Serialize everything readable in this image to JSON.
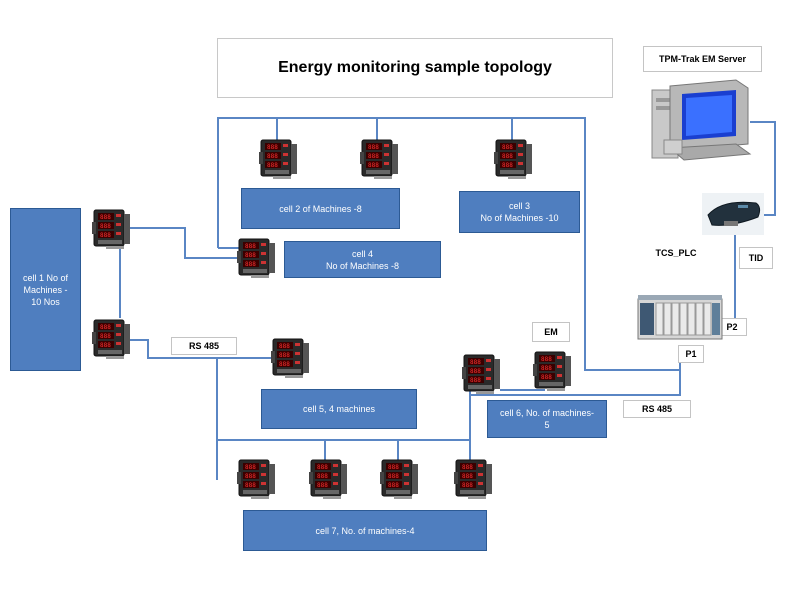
{
  "title": "Energy monitoring sample  topology",
  "labels": {
    "server": "TPM-Trak EM Server",
    "plc": "TCS_PLC",
    "tid": "TID",
    "p1": "P1",
    "p2": "P2",
    "em": "EM",
    "rs485_left": "RS 485",
    "rs485_right": "RS 485"
  },
  "cells": {
    "cell1": "cell  1 No of\nMachines  -\n10 Nos",
    "cell2": "cell  2 of Machines  -8",
    "cell3": "cell  3\nNo of Machines  -10",
    "cell4": "cell 4\nNo of Machines -8",
    "cell5": "cell  5, 4 machines",
    "cell6": "cell  6,  No. of machines-\n5",
    "cell7": "cell  7,  No. of machines-4"
  },
  "colors": {
    "cell_fill": "#4f7ebf",
    "wire": "#5a86c4"
  },
  "icons": {
    "meter": "energy-meter-icon",
    "server": "server-computer-icon",
    "plc": "plc-rack-icon",
    "tid": "tid-modem-icon"
  }
}
